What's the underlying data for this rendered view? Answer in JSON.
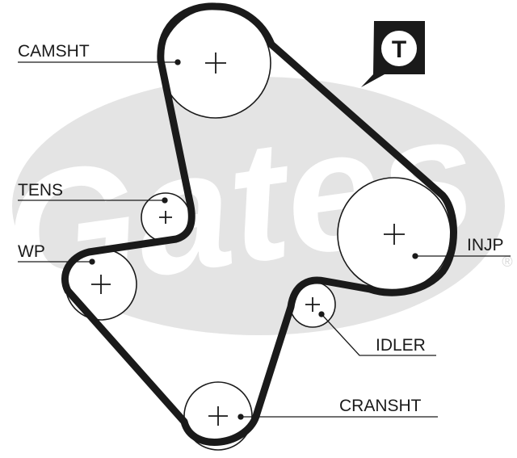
{
  "diagram": {
    "labels": {
      "camshaft": "CAMSHT",
      "tensioner": "TENS",
      "water_pump": "WP",
      "injection_pump": "INJP",
      "idler": "IDLER",
      "crankshaft": "CRANSHT"
    },
    "badge": {
      "letter": "T"
    },
    "watermark": {
      "brand": "Gates",
      "registered_mark": "®"
    },
    "colors": {
      "belt": "#1a1a1a",
      "pulley_outline": "#1a1a1a",
      "watermark": "#e4e4e4",
      "badge_bg": "#1a1a1a",
      "badge_fg": "#ffffff"
    }
  }
}
